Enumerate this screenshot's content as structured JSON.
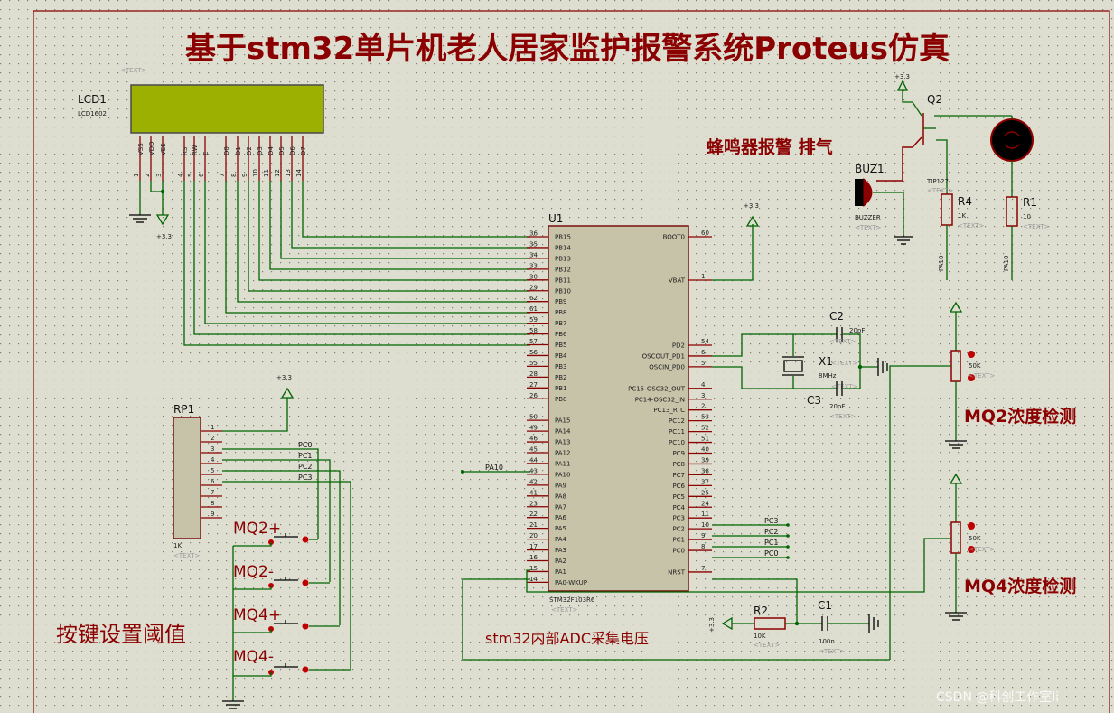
{
  "title": "基于stm32单片机老人居家监护报警系统Proteus仿真",
  "text_placeholder": "<TEXT>",
  "power_label": "+3.3",
  "lcd": {
    "ref": "LCD1",
    "part": "LCD1602",
    "pins": [
      {
        "name": "VSS",
        "num": "1"
      },
      {
        "name": "VDD",
        "num": "2"
      },
      {
        "name": "VEE",
        "num": "3"
      },
      {
        "name": "RS",
        "num": "4"
      },
      {
        "name": "RW",
        "num": "5"
      },
      {
        "name": "E",
        "num": "6"
      },
      {
        "name": "D0",
        "num": "7"
      },
      {
        "name": "D1",
        "num": "8"
      },
      {
        "name": "D2",
        "num": "9"
      },
      {
        "name": "D3",
        "num": "10"
      },
      {
        "name": "D4",
        "num": "11"
      },
      {
        "name": "D5",
        "num": "12"
      },
      {
        "name": "D6",
        "num": "13"
      },
      {
        "name": "D7",
        "num": "14"
      }
    ]
  },
  "mcu": {
    "ref": "U1",
    "part": "STM32F103R6",
    "left_pins": [
      {
        "num": "36",
        "name": "PB15"
      },
      {
        "num": "35",
        "name": "PB14"
      },
      {
        "num": "34",
        "name": "PB13"
      },
      {
        "num": "33",
        "name": "PB12"
      },
      {
        "num": "30",
        "name": "PB11"
      },
      {
        "num": "29",
        "name": "PB10"
      },
      {
        "num": "62",
        "name": "PB9"
      },
      {
        "num": "61",
        "name": "PB8"
      },
      {
        "num": "59",
        "name": "PB7"
      },
      {
        "num": "58",
        "name": "PB6"
      },
      {
        "num": "57",
        "name": "PB5"
      },
      {
        "num": "56",
        "name": "PB4"
      },
      {
        "num": "55",
        "name": "PB3"
      },
      {
        "num": "28",
        "name": "PB2"
      },
      {
        "num": "27",
        "name": "PB1"
      },
      {
        "num": "26",
        "name": "PB0"
      },
      {
        "num": "",
        "name": ""
      },
      {
        "num": "50",
        "name": "PA15"
      },
      {
        "num": "49",
        "name": "PA14"
      },
      {
        "num": "46",
        "name": "PA13"
      },
      {
        "num": "45",
        "name": "PA12"
      },
      {
        "num": "44",
        "name": "PA11"
      },
      {
        "num": "43",
        "name": "PA10"
      },
      {
        "num": "42",
        "name": "PA9"
      },
      {
        "num": "41",
        "name": "PA8"
      },
      {
        "num": "23",
        "name": "PA7"
      },
      {
        "num": "22",
        "name": "PA6"
      },
      {
        "num": "21",
        "name": "PA5"
      },
      {
        "num": "20",
        "name": "PA4"
      },
      {
        "num": "17",
        "name": "PA3"
      },
      {
        "num": "16",
        "name": "PA2"
      },
      {
        "num": "15",
        "name": "PA1"
      },
      {
        "num": "14",
        "name": "PA0-WKUP"
      }
    ],
    "right_top_pins": [
      {
        "num": "60",
        "name": "BOOT0"
      },
      {
        "num": "1",
        "name": "VBAT"
      }
    ],
    "right_pins": [
      {
        "num": "54",
        "name": "PD2"
      },
      {
        "num": "6",
        "name": "OSCOUT_PD1"
      },
      {
        "num": "5",
        "name": "OSCIN_PD0"
      },
      {
        "num": "",
        "name": ""
      },
      {
        "num": "4",
        "name": "PC15-OSC32_OUT"
      },
      {
        "num": "3",
        "name": "PC14-OSC32_IN"
      },
      {
        "num": "2",
        "name": "PC13_RTC"
      },
      {
        "num": "53",
        "name": "PC12"
      },
      {
        "num": "52",
        "name": "PC11"
      },
      {
        "num": "51",
        "name": "PC10"
      },
      {
        "num": "40",
        "name": "PC9"
      },
      {
        "num": "39",
        "name": "PC8"
      },
      {
        "num": "38",
        "name": "PC7"
      },
      {
        "num": "37",
        "name": "PC6"
      },
      {
        "num": "25",
        "name": "PC5"
      },
      {
        "num": "24",
        "name": "PC4"
      },
      {
        "num": "11",
        "name": "PC3"
      },
      {
        "num": "10",
        "name": "PC2"
      },
      {
        "num": "9",
        "name": "PC1"
      },
      {
        "num": "8",
        "name": "PC0"
      },
      {
        "num": "",
        "name": ""
      },
      {
        "num": "7",
        "name": "NRST"
      }
    ]
  },
  "net_labels": {
    "pa10": "PA10",
    "pc0": "PC0",
    "pc1": "PC1",
    "pc2": "PC2",
    "pc3": "PC3"
  },
  "rp1": {
    "ref": "RP1",
    "value": "1K",
    "pins": [
      "1",
      "2",
      "3",
      "4",
      "5",
      "6",
      "7",
      "8",
      "9"
    ]
  },
  "buttons": {
    "mq2_plus": "MQ2+",
    "mq2_minus": "MQ2-",
    "mq4_plus": "MQ4+",
    "mq4_minus": "MQ4-"
  },
  "annotations": {
    "buttons": "按键设置阈值",
    "alarm": "蜂鸣器报警 排气",
    "mq2": "MQ2浓度检测",
    "mq4": "MQ4浓度检测",
    "adc": "stm32内部ADC采集电压"
  },
  "crystal": {
    "ref": "X1",
    "value": "8MHz"
  },
  "c2": {
    "ref": "C2",
    "value": "20pF"
  },
  "c3": {
    "ref": "C3",
    "value": "20pF"
  },
  "c1": {
    "ref": "C1",
    "value": "100n"
  },
  "r2": {
    "ref": "R2",
    "value": "10K"
  },
  "r4": {
    "ref": "R4",
    "value": "1K"
  },
  "r1": {
    "ref": "R1",
    "value": "10"
  },
  "q2": {
    "ref": "Q2",
    "part": "TIP127"
  },
  "buz1": {
    "ref": "BUZ1",
    "part": "BUZZER"
  },
  "pot_value": "50K",
  "watermark": "CSDN @科创工作室li",
  "colors": {
    "background": "#ddddd0",
    "wire": "#006400",
    "pin": "#8b0000",
    "chip": "#c6c3a8",
    "lcd_screen": "#9bb000",
    "title": "#8b0000"
  }
}
